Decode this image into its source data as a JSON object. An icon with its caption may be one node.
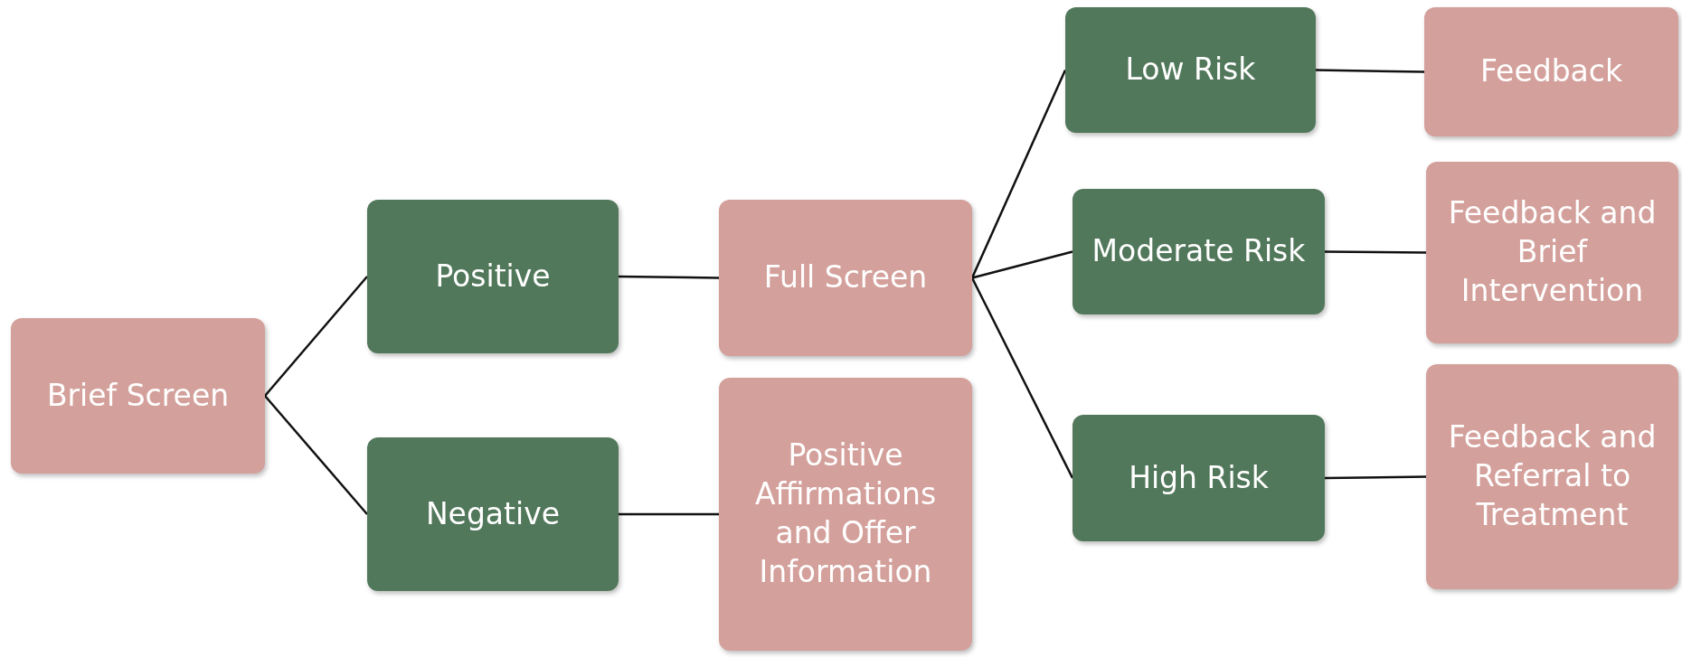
{
  "diagram": {
    "nodes": [
      {
        "text": [
          "Brief Screen"
        ]
      },
      {
        "text": [
          "Positive"
        ]
      },
      {
        "text": [
          "Negative"
        ]
      },
      {
        "text": [
          "Full Screen"
        ]
      },
      {
        "text": [
          "Positive Affirmations and Offer Information"
        ]
      },
      {
        "text": [
          "Low Risk"
        ]
      },
      {
        "text": [
          "Moderate Risk"
        ]
      },
      {
        "text": [
          "High Risk"
        ]
      },
      {
        "text": [
          "Feedback"
        ]
      },
      {
        "text": [
          "Feedback and Brief Intervention"
        ]
      },
      {
        "text": [
          "Feedback and Referral to Treatment"
        ]
      }
    ],
    "edges": [
      {
        "from": 0,
        "to": 1,
        "arrow": "none"
      },
      {
        "from": 0,
        "to": 2,
        "arrow": "none"
      },
      {
        "from": 1,
        "to": 3,
        "arrow": "none"
      },
      {
        "from": 2,
        "to": 4,
        "arrow": "none"
      },
      {
        "from": 3,
        "to": 5,
        "arrow": "none"
      },
      {
        "from": 3,
        "to": 6,
        "arrow": "none"
      },
      {
        "from": 3,
        "to": 7,
        "arrow": "none"
      },
      {
        "from": 5,
        "to": 8,
        "arrow": "none"
      },
      {
        "from": 6,
        "to": 9,
        "arrow": "none"
      },
      {
        "from": 7,
        "to": 10,
        "arrow": "none"
      }
    ]
  }
}
